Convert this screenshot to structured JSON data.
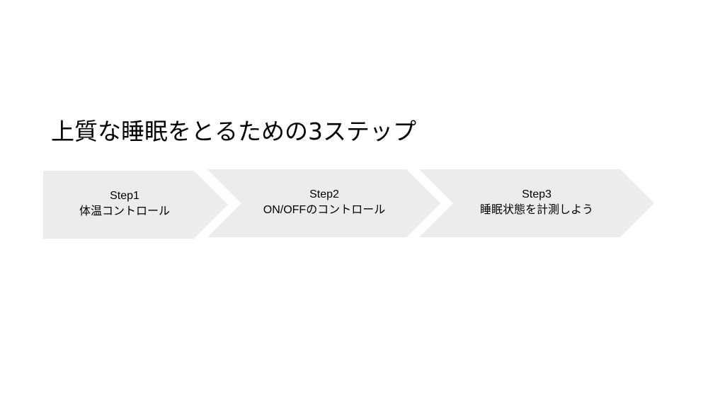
{
  "title": "上質な睡眠をとるための3ステップ",
  "colors": {
    "step_fill": "#ececec",
    "text": "#000000",
    "background": "#ffffff"
  },
  "steps": [
    {
      "number_label": "Step1",
      "description": "体温コントロール"
    },
    {
      "number_label": "Step2",
      "description": "ON/OFFのコントロール"
    },
    {
      "number_label": "Step3",
      "description": "睡眠状態を計測しよう"
    }
  ]
}
